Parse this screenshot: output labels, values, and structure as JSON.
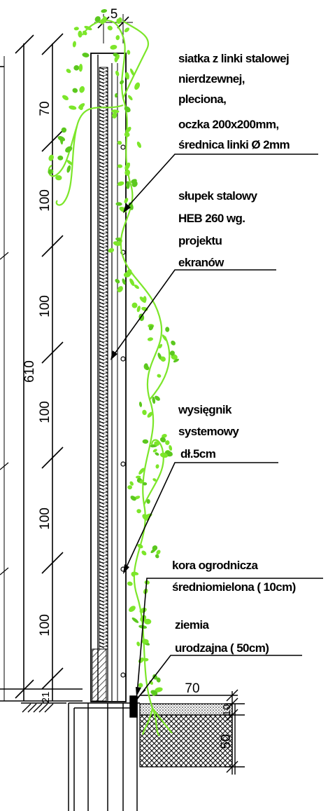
{
  "dimensions": {
    "top_width": "5",
    "total_height": "610",
    "segments": [
      "70",
      "100",
      "100",
      "100",
      "100",
      "100"
    ],
    "base": "21",
    "bed_width": "70",
    "bark_depth": "10",
    "soil_depth": "50"
  },
  "labels": {
    "mesh": [
      "siatka z linki stalowej",
      "nierdzewnej,",
      "pleciona,",
      "oczka 200x200mm,",
      "średnica linki Ø 2mm"
    ],
    "post": [
      "słupek stalowy",
      "HEB 260 wg.",
      "projektu",
      "ekranów"
    ],
    "bracket": [
      "wysięgnik",
      "systemowy",
      "dł.5cm"
    ],
    "bark": [
      "kora ogrodnicza",
      "średniomielona  ( 10cm)"
    ],
    "soil": [
      "ziemia",
      "urodzajna   ( 50cm)"
    ]
  },
  "colors": {
    "line": "#000000",
    "plant": "#7CE62A",
    "plant_dark": "#5BC81E"
  }
}
